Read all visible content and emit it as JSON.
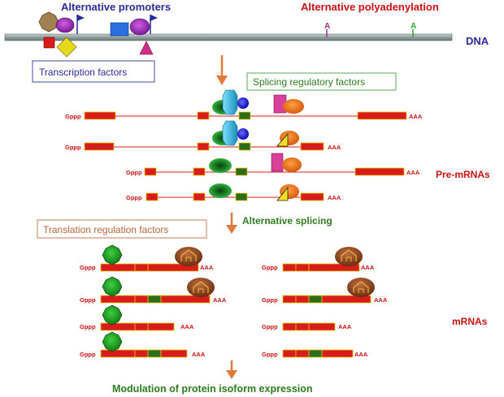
{
  "labels": {
    "alt_promoters": "Alternative promoters",
    "alt_polyadenylation": "Alternative polyadenylation",
    "polya_marker_1": "A",
    "polya_marker_2": "A",
    "dna": "DNA",
    "transcription_factors": "Transcription factors",
    "splicing_regulatory_factors": "Splicing regulatory factors",
    "pre_mrnas": "Pre-mRNAs",
    "alternative_splicing": "Alternative splicing",
    "translation_regulation_factors": "Translation regulation factors",
    "mrnas": "mRNAs",
    "modulation": "Modulation of protein isoform expression",
    "cap": "Gppp",
    "tail": "AAA"
  },
  "colors": {
    "title_blue": "#2b2b9a",
    "title_red": "#cc1111",
    "title_green": "#2e7d1e",
    "exon_red": "#d81c1c",
    "exon_green": "#2e6b1a",
    "arrow_orange": "#e07a3c",
    "dna_gray": "#9aa7a7",
    "box_blue_border": "#4444aa",
    "box_green_border": "#55aa55",
    "box_orange_border": "#cc7a55"
  }
}
